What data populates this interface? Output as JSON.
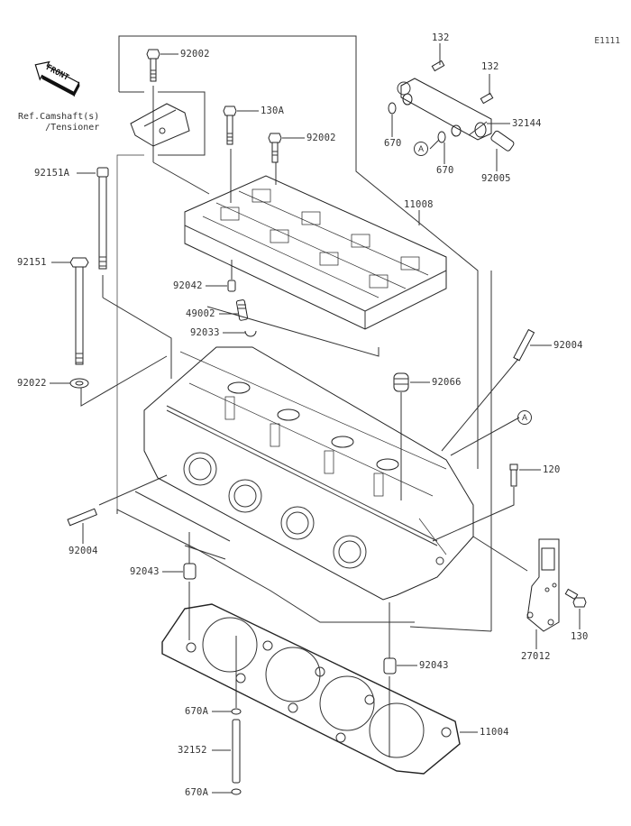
{
  "diagram": {
    "title": "Cylinder Head",
    "figure_code": "E1111",
    "front_indicator": "FRONT",
    "reference_note": "Ref.Camshaft(s)\n/Tensioner",
    "reference_marker": "A",
    "callouts": [
      {
        "id": "92002_top",
        "part_no": "92002"
      },
      {
        "id": "130A",
        "part_no": "130A"
      },
      {
        "id": "92002_mid",
        "part_no": "92002"
      },
      {
        "id": "132_a",
        "part_no": "132"
      },
      {
        "id": "132_b",
        "part_no": "132"
      },
      {
        "id": "32144",
        "part_no": "32144"
      },
      {
        "id": "670_a",
        "part_no": "670"
      },
      {
        "id": "670_b",
        "part_no": "670"
      },
      {
        "id": "92005",
        "part_no": "92005"
      },
      {
        "id": "92151A",
        "part_no": "92151A"
      },
      {
        "id": "11008",
        "part_no": "11008"
      },
      {
        "id": "92151",
        "part_no": "92151"
      },
      {
        "id": "92042",
        "part_no": "92042"
      },
      {
        "id": "49002",
        "part_no": "49002"
      },
      {
        "id": "92033",
        "part_no": "92033"
      },
      {
        "id": "92004_right",
        "part_no": "92004"
      },
      {
        "id": "92022",
        "part_no": "92022"
      },
      {
        "id": "92066",
        "part_no": "92066"
      },
      {
        "id": "120",
        "part_no": "120"
      },
      {
        "id": "92004_left",
        "part_no": "92004"
      },
      {
        "id": "92043_left",
        "part_no": "92043"
      },
      {
        "id": "130",
        "part_no": "130"
      },
      {
        "id": "27012",
        "part_no": "27012"
      },
      {
        "id": "92043_right",
        "part_no": "92043"
      },
      {
        "id": "670A_top",
        "part_no": "670A"
      },
      {
        "id": "11004",
        "part_no": "11004"
      },
      {
        "id": "32152",
        "part_no": "32152"
      },
      {
        "id": "670A_bottom",
        "part_no": "670A"
      }
    ]
  }
}
